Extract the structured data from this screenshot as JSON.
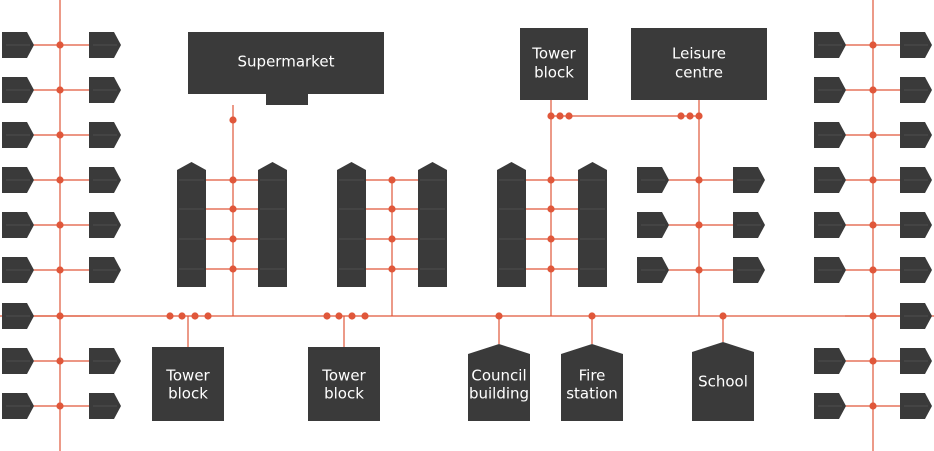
{
  "colors": {
    "building": "#3a3a3a",
    "line": "#e0573a",
    "node": "#e0573a",
    "background": "#ffffff"
  },
  "buildings": {
    "supermarket": "Supermarket",
    "tower_block_top_1": "Tower",
    "tower_block_top_2": "block",
    "leisure_centre_1": "Leisure",
    "leisure_centre_2": "centre",
    "tower_block_a_1": "Tower",
    "tower_block_a_2": "block",
    "tower_block_b_1": "Tower",
    "tower_block_b_2": "block",
    "council_building_1": "Council",
    "council_building_2": "building",
    "fire_station_1": "Fire",
    "fire_station_2": "station",
    "school": "School"
  }
}
